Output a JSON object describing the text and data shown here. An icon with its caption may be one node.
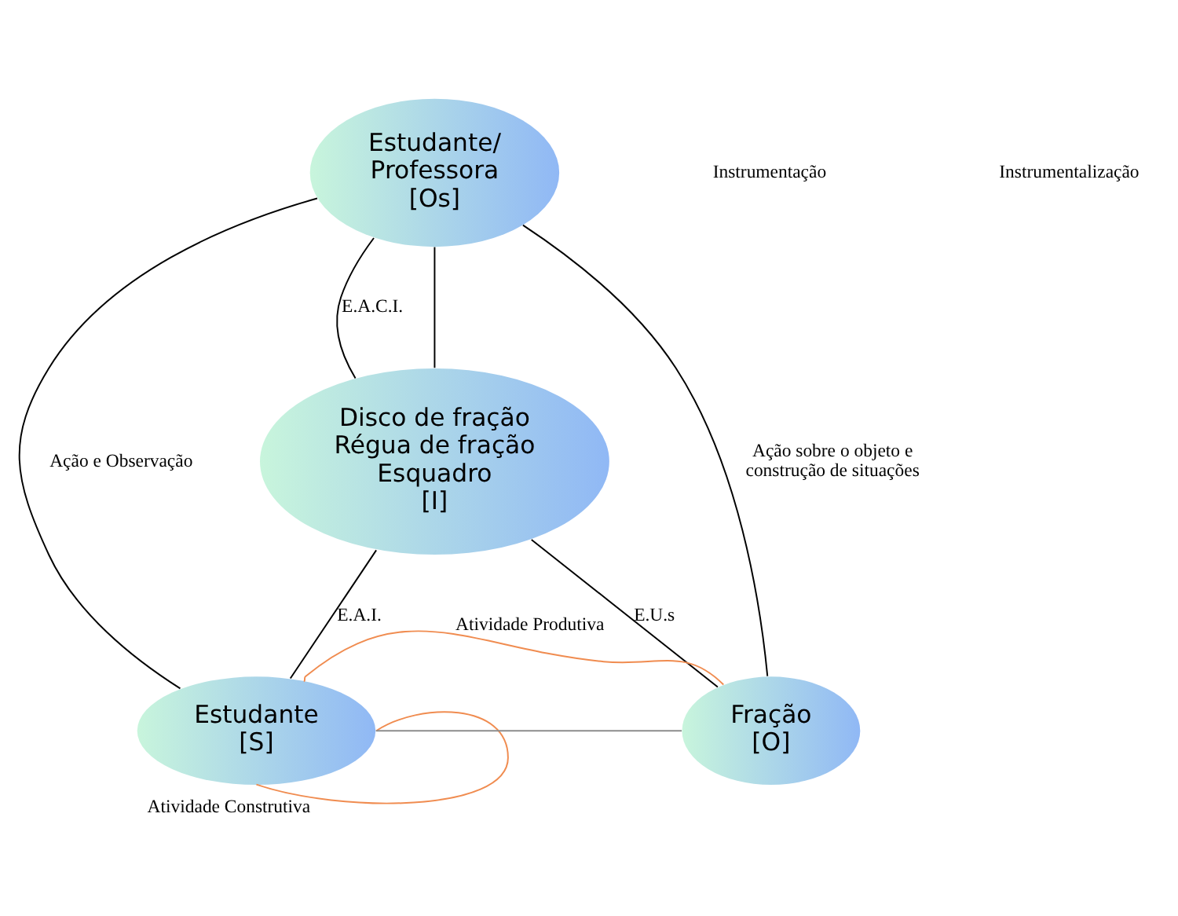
{
  "diagram": {
    "nodes": [
      {
        "text": [
          "Estudante/ Professora",
          "[Os]"
        ]
      },
      {
        "text": [
          "Disco de fração Régua de fração Esquadro",
          "[I]"
        ]
      },
      {
        "text": [
          "Estudante",
          "[S]"
        ]
      },
      {
        "text": [
          "Fração",
          "[O]"
        ]
      }
    ],
    "edges": [
      {
        "from": 0,
        "to": 2,
        "arrow": "none",
        "label": "Ação e Observação"
      },
      {
        "from": 0,
        "to": 1,
        "arrow": "none",
        "label": "E.A.C.I."
      },
      {
        "from": 0,
        "to": 1,
        "arrow": "none"
      },
      {
        "from": 0,
        "to": 3,
        "arrow": "none",
        "label": "Ação sobre o objeto e construção de situações"
      },
      {
        "from": 1,
        "to": 2,
        "arrow": "none",
        "label": "E.A.I."
      },
      {
        "from": 1,
        "to": 3,
        "arrow": "none",
        "label": "E.U.s"
      },
      {
        "from": 2,
        "to": 3,
        "arrow": "none",
        "color": "#8c8c8c"
      },
      {
        "from": 2,
        "to": 3,
        "arrow": "none",
        "label": "Atividade Produtiva",
        "color": "#f08c50"
      },
      {
        "from": 2,
        "to": 2,
        "arrow": "none",
        "label": "Atividade Construtiva",
        "color": "#f08c50"
      }
    ],
    "labels": [
      "Instrumentação",
      "Instrumentalização"
    ]
  }
}
